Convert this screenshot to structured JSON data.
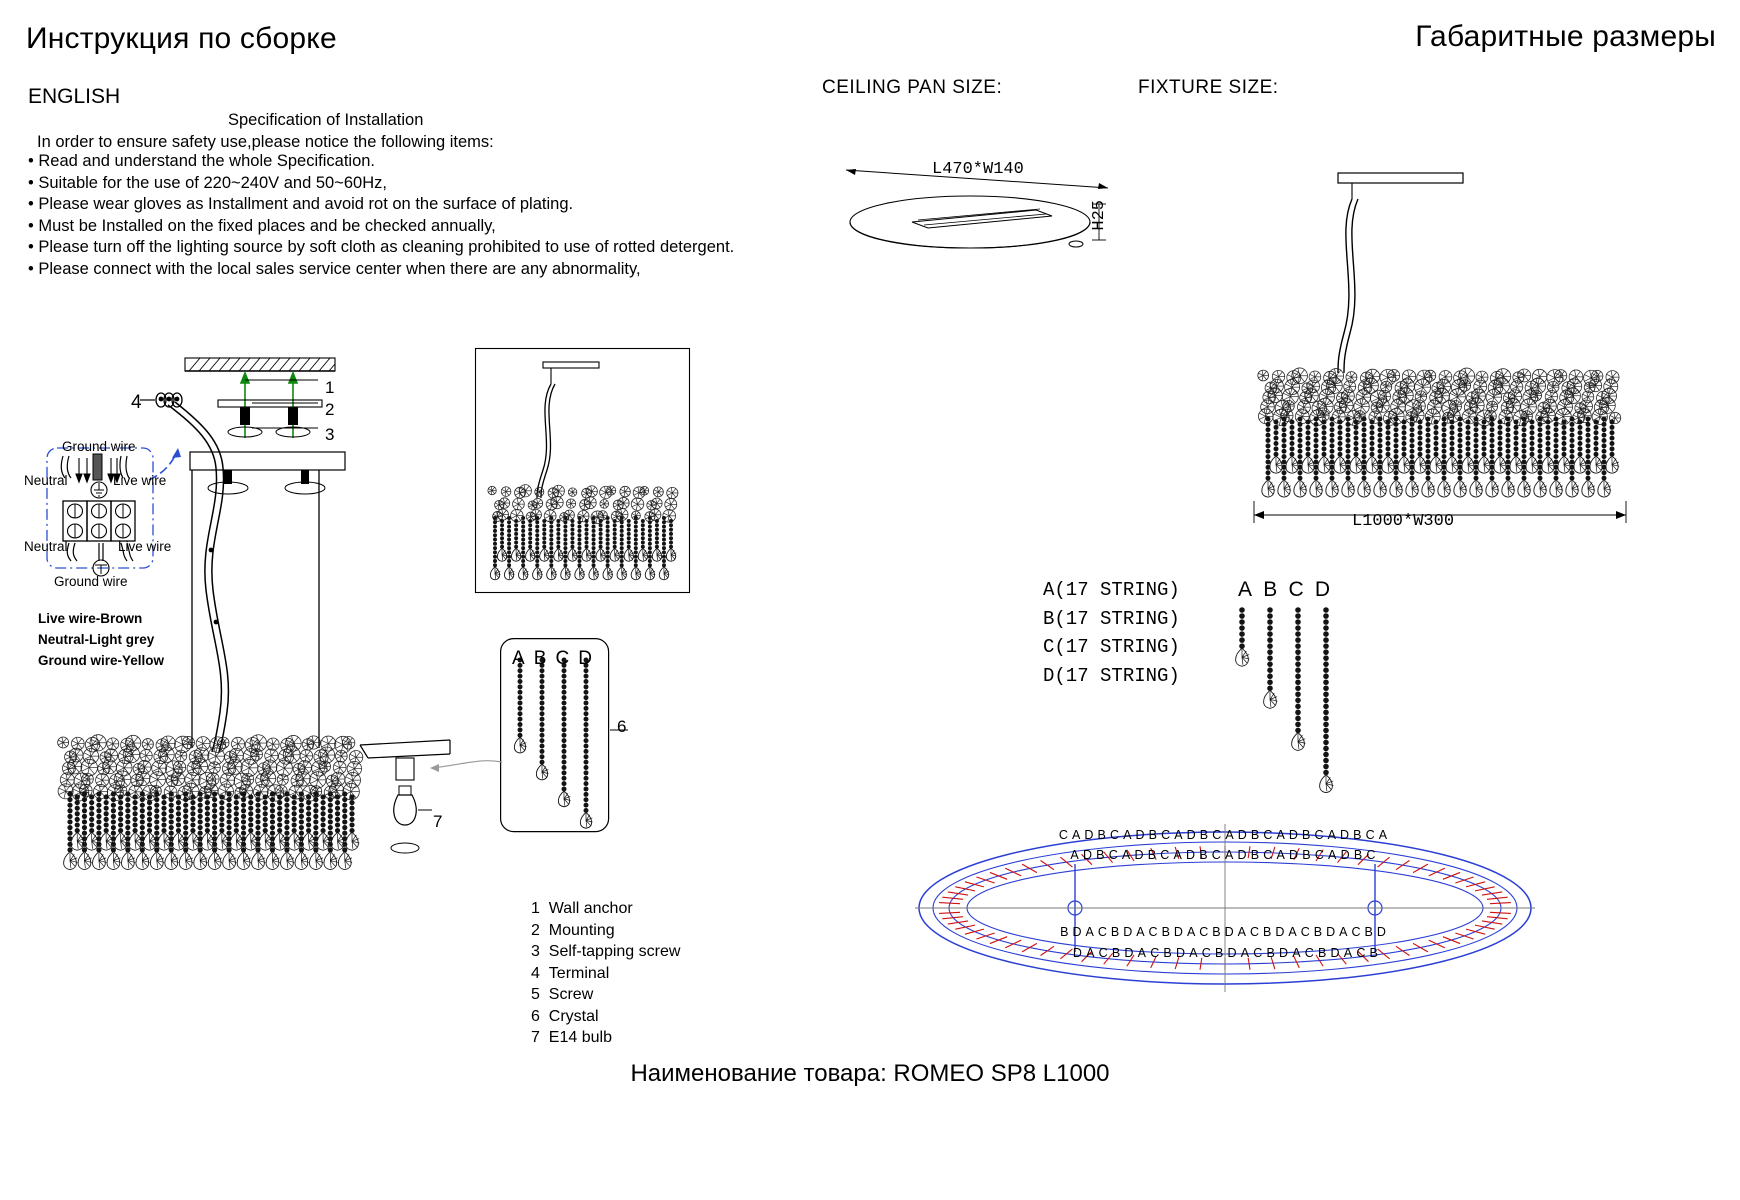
{
  "headers": {
    "left_title": "Инструкция по сборке",
    "right_title": "Габаритные размеры"
  },
  "english_block": {
    "language_label": "ENGLISH",
    "spec_title": "Specification of Installation",
    "intro": "In order to ensure safety use,please notice the following items:",
    "bullets": [
      "• Read and understand the whole Specification.",
      "• Suitable for the use of 220~240V and 50~60Hz,",
      "• Please wear gloves as Installment and avoid rot on the surface of plating.",
      "• Must be Installed on the fixed places and be checked annually,",
      "• Please turn off the lighting source by soft cloth as cleaning prohibited to use of rotted detergent.",
      "• Please connect with the local sales service center when there are any abnormality,"
    ]
  },
  "wiring": {
    "callout_number": "4",
    "ground_top": "Ground wire",
    "ground_bottom": "Ground wire",
    "neutral_top": "Neutral",
    "neutral_bottom": "Neutral",
    "live_top": "Live wire",
    "live_bottom": "Live wire",
    "legend": [
      "Live wire-Brown",
      "Neutral-Light grey",
      "Ground wire-Yellow"
    ]
  },
  "assembly_callouts": [
    "1",
    "2",
    "3",
    "4",
    "6",
    "7"
  ],
  "crystal_inset": {
    "letters": [
      "A",
      "B",
      "C",
      "D"
    ],
    "callout": "6"
  },
  "parts_list": [
    {
      "num": "1",
      "label": "Wall anchor"
    },
    {
      "num": "2",
      "label": "Mounting"
    },
    {
      "num": "3",
      "label": "Self-tapping screw"
    },
    {
      "num": "4",
      "label": "Terminal"
    },
    {
      "num": "5",
      "label": "Screw"
    },
    {
      "num": "6",
      "label": "Crystal"
    },
    {
      "num": "7",
      "label": "E14  bulb"
    }
  ],
  "dimensions": {
    "ceiling_pan_title": "CEILING PAN SIZE:",
    "fixture_title": "FIXTURE SIZE:",
    "ceiling_pan_length": "L470*W140",
    "ceiling_pan_height": "H25",
    "fixture_size": "L1000*W300"
  },
  "strings": {
    "rows": [
      "A(17 STRING)",
      "B(17 STRING)",
      "C(17 STRING)",
      "D(17 STRING)"
    ],
    "letters": [
      "A",
      "B",
      "C",
      "D"
    ]
  },
  "layout_oval": {
    "top_outer_sequence": "CADBCADBCADBCADBCADBCADBCA",
    "top_inner_sequence": "ADBCADBCADBCADBCADBCADBC",
    "bottom_inner_sequence": "BDACBDACBDACBDACBDACBDACBD",
    "bottom_outer_sequence": "DACBDACBDACBDACBDACBDACB",
    "accent_color": "#2b3fd4",
    "tick_color": "#d01010"
  },
  "footer": {
    "product_name": "Наименование товара: ROMEO SP8 L1000"
  }
}
